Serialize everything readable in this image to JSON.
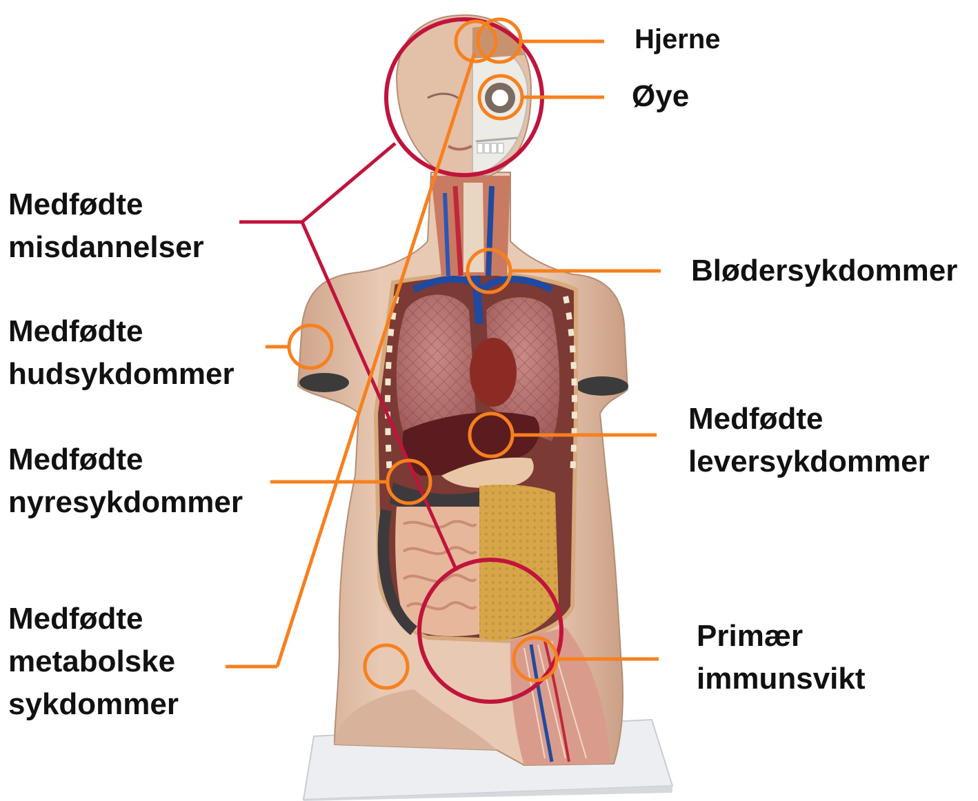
{
  "colors": {
    "accent_orange": "#F7801E",
    "accent_crimson": "#C0143C",
    "skin": "#E2BFA7",
    "base": "#ECEEF1"
  },
  "labels": {
    "hjerne": "Hjerne",
    "oye": "Øye",
    "misdannelser": [
      "Medfødte",
      "misdannelser"
    ],
    "hud": [
      "Medfødte",
      "hudsykdommer"
    ],
    "nyre": [
      "Medfødte",
      "nyresykdommer"
    ],
    "metabolske": [
      "Medfødte",
      "metabolske",
      "sykdommer"
    ],
    "bloder": "Blødersykdommer",
    "lever": [
      "Medfødte",
      "leversykdommer"
    ],
    "immun": [
      "Primær",
      "immunsvikt"
    ]
  }
}
